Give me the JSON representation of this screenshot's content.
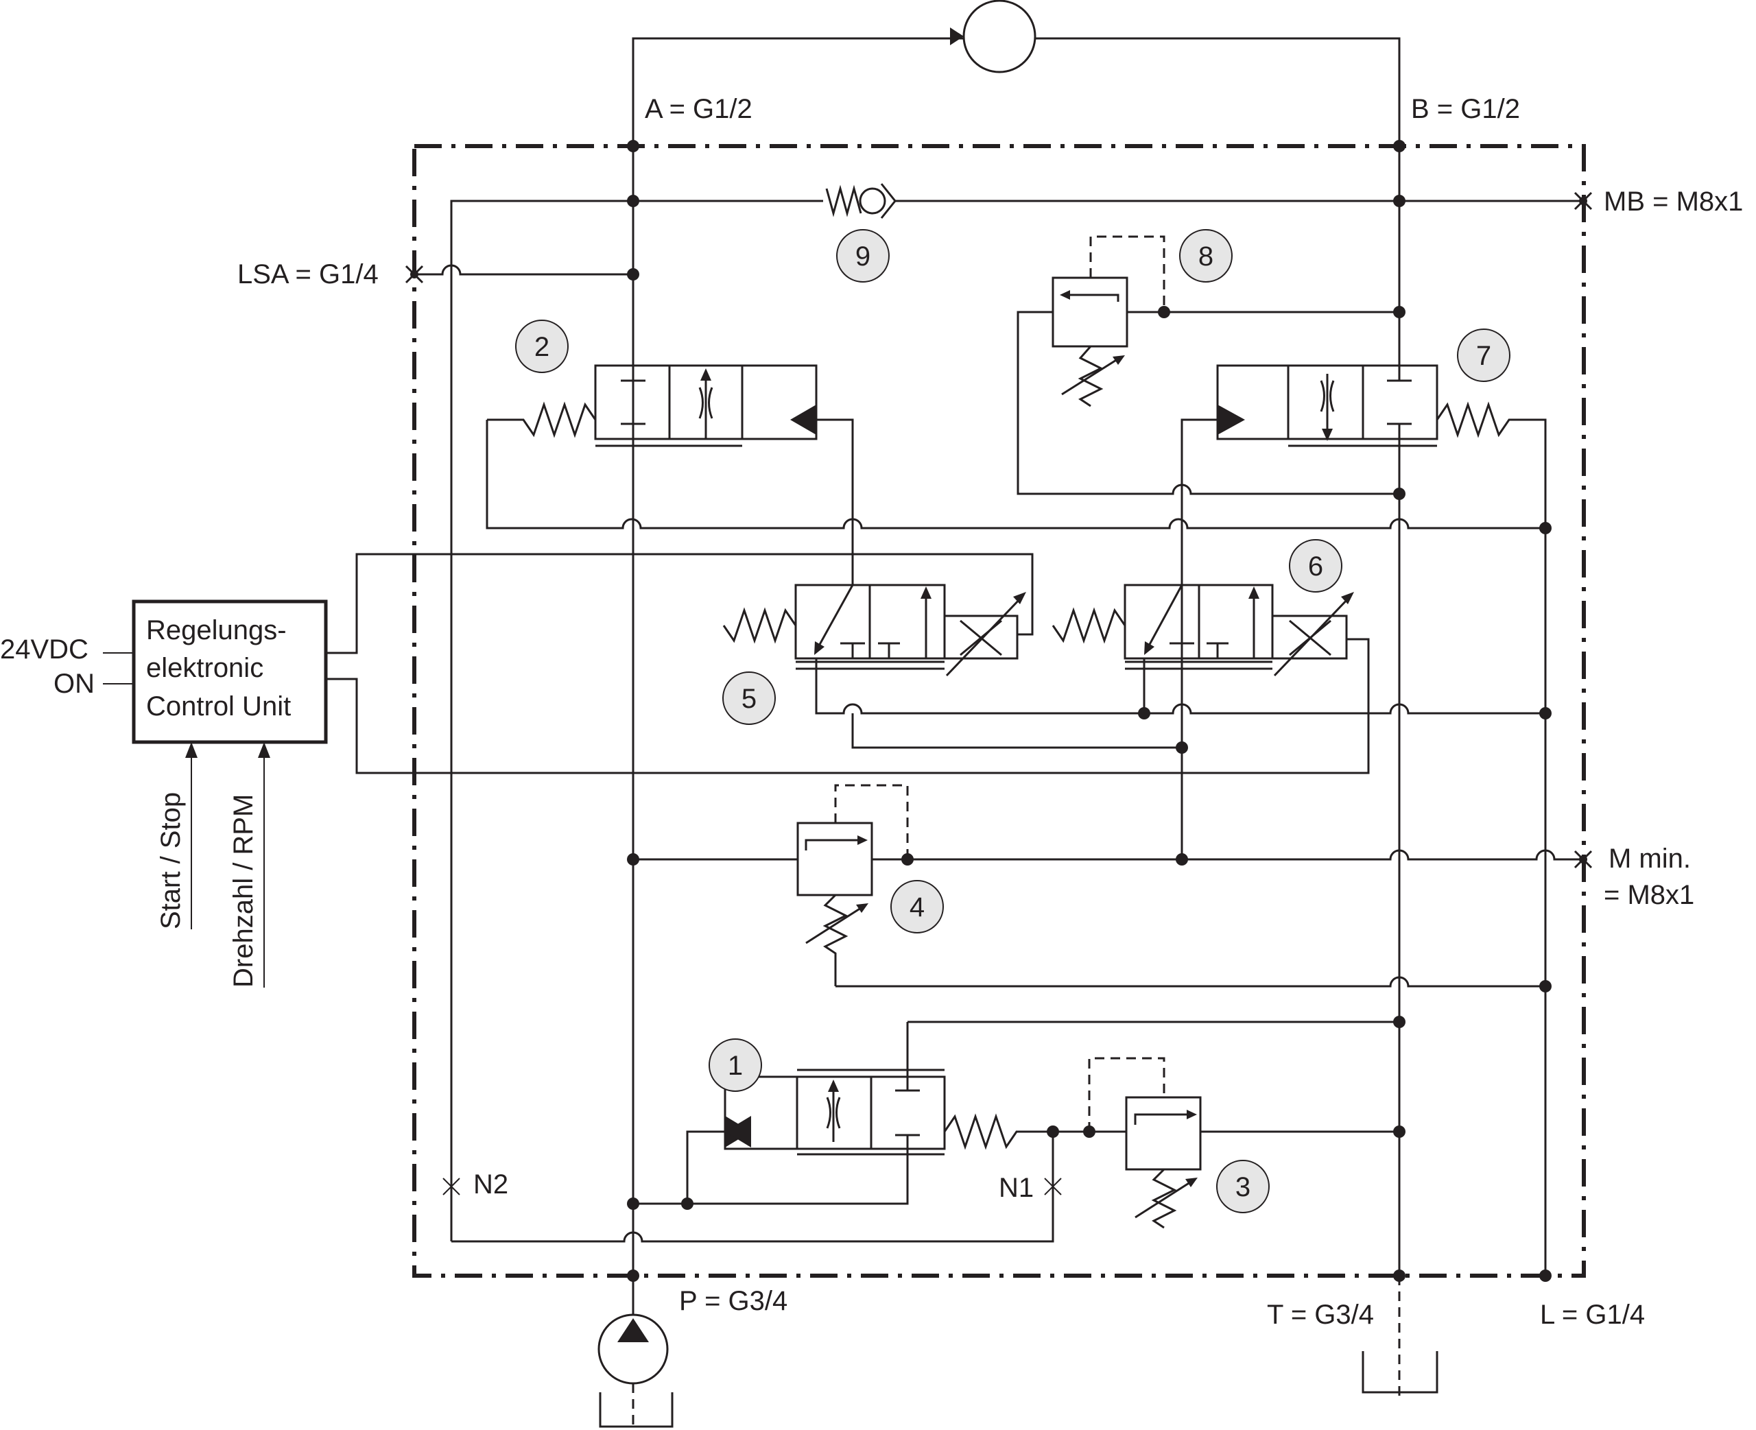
{
  "ports": {
    "a": "A = G1/2",
    "b": "B = G1/2",
    "mb": "MB = M8x1",
    "lsa": "LSA = G1/4",
    "p": "P = G3/4",
    "t": "T = G3/4",
    "l": "L = G1/4",
    "mmin_1": "M min.",
    "mmin_2": "= M8x1",
    "n1": "N1",
    "n2": "N2"
  },
  "control_unit": {
    "line1": "Regelungs-",
    "line2": "elektronic",
    "line3": "Control Unit",
    "input_power": "24VDC",
    "input_on": "ON",
    "input_start": "Start / Stop",
    "input_rpm": "Drehzahl / RPM"
  },
  "components": [
    "1",
    "2",
    "3",
    "4",
    "5",
    "6",
    "7",
    "8",
    "9"
  ],
  "colors": {
    "line": "#231f20",
    "badge_fill": "#e6e6e6",
    "background": "#ffffff"
  }
}
